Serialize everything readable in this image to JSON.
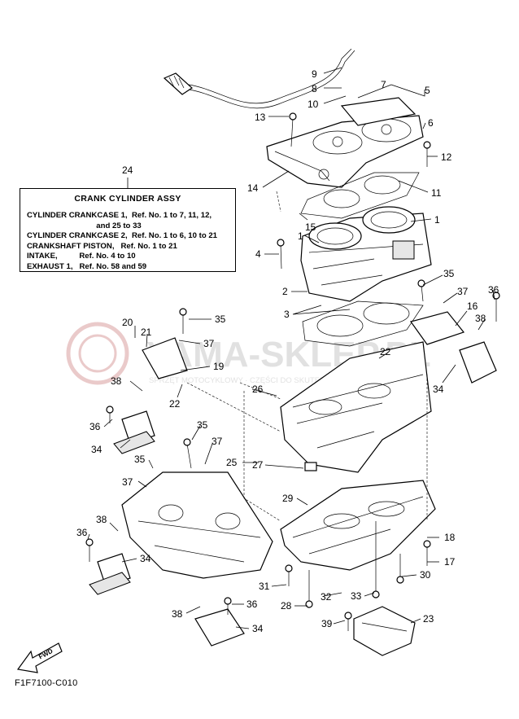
{
  "diagram_code": "F1F7100-C010",
  "assy_ref": "24",
  "assy_box": {
    "title": "CRANK CYLINDER ASSY",
    "lines": [
      "CYLINDER CRANKCASE 1,  Ref. No. 1 to 7, 11, 12,",
      "                                and 25 to 33",
      "CYLINDER CRANKCASE 2,  Ref. No. 1 to 6, 10 to 21",
      "CRANKSHAFT PISTON,   Ref. No. 1 to 21",
      "INTAKE,          Ref. No. 4 to 10",
      "EXHAUST 1,   Ref. No. 58 and 59"
    ]
  },
  "fwd_label": "FWD",
  "watermark": {
    "line1": "YAMA-SKLEP.PL",
    "line2": "SPRZĘT MOTOCYKLOWY · CZĘŚCI DO SKUTERÓW WODNYCH YAMAHA"
  },
  "callouts": [
    "9",
    "8",
    "10",
    "7",
    "5",
    "6",
    "13",
    "12",
    "14",
    "11",
    "1",
    "4",
    "1",
    "15",
    "2",
    "3",
    "35",
    "37",
    "36",
    "16",
    "38",
    "20",
    "21",
    "35",
    "37",
    "19",
    "22",
    "22",
    "38",
    "26",
    "34",
    "36",
    "34",
    "35",
    "37",
    "25",
    "27",
    "37",
    "35",
    "29",
    "38",
    "36",
    "34",
    "18",
    "17",
    "31",
    "32",
    "33",
    "30",
    "28",
    "38",
    "36",
    "34",
    "39",
    "23"
  ]
}
